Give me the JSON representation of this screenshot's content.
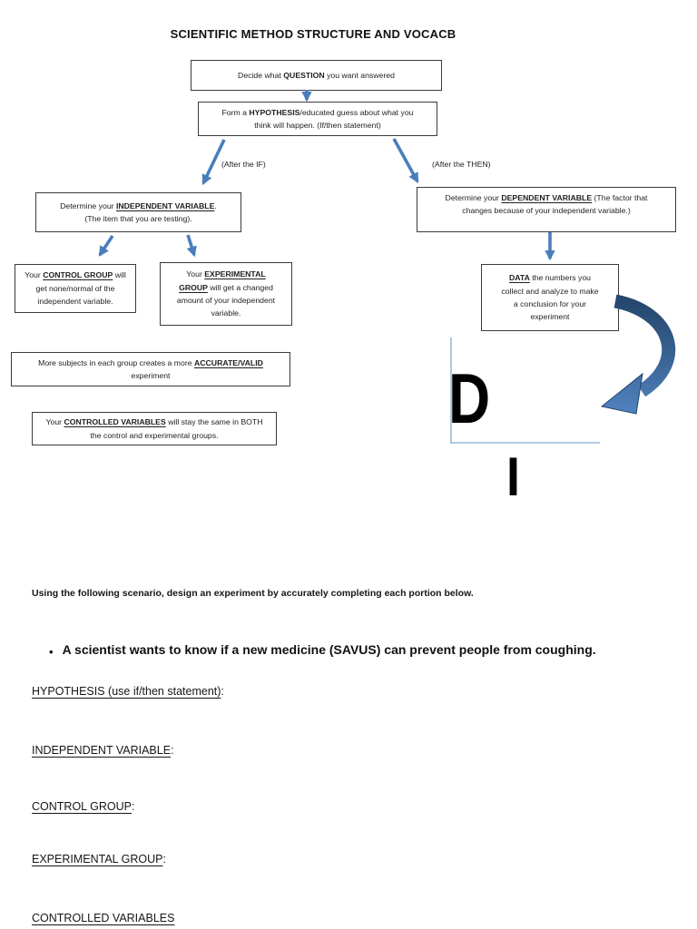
{
  "title": "SCIENTIFIC METHOD STRUCTURE AND VOCACB",
  "colors": {
    "arrow": "#4a7ebb",
    "curve_dark": "#24456b",
    "curve_light": "#4f81bd",
    "guide_line": "#85abd3"
  },
  "flowchart": {
    "question_box": {
      "pre": "Decide what ",
      "bold": "QUESTION",
      "post": " you want answered"
    },
    "hypothesis_box": {
      "pre": "Form a ",
      "bold": "HYPOTHESIS",
      "post": "/educated guess about what you\nthink will happen. (If/then statement)"
    },
    "after_if_label": "(After the IF)",
    "after_then_label": "(After the THEN)",
    "independent_box": {
      "pre": "Determine your ",
      "bold": "INDEPENDENT VARIABLE",
      "post": ".\n(The item that you are testing)."
    },
    "dependent_box": {
      "pre": "Determine your ",
      "bold": "DEPENDENT VARIABLE",
      "post": " (The factor that\nchanges because of your independent variable.)"
    },
    "control_box": {
      "pre": "Your ",
      "bold": "CONTROL GROUP",
      "post": " will\nget none/normal of the\nindependent variable."
    },
    "experimental_box": {
      "pre": "Your ",
      "bold": "EXPERIMENTAL\nGROUP",
      "post": " will get a changed\namount of your independent\nvariable."
    },
    "data_box": {
      "pre": "",
      "bold": "DATA",
      "post": " the numbers you\ncollect and analyze to make\na conclusion for your\nexperiment"
    },
    "accurate_box": {
      "pre": "More subjects in each group creates a more ",
      "bold": "ACCURATE/VALID",
      "post": "\nexperiment"
    },
    "controlled_box": {
      "pre": "Your ",
      "bold": "CONTROLLED VARIABLES",
      "post": " will stay the same in BOTH\nthe control and experimental groups."
    },
    "big_letters": {
      "d": "D",
      "i": "I"
    }
  },
  "worksheet": {
    "instructions": "Using the following scenario, design an experiment by accurately completing each portion below.",
    "bullet": "•",
    "scenario": "A scientist wants to know if a new medicine (SAVUS) can prevent people from coughing.",
    "fields": [
      {
        "label": "HYPOTHESIS (use if/then statement)",
        "suffix": ":"
      },
      {
        "label": "INDEPENDENT VARIABLE",
        "suffix": ":"
      },
      {
        "label": "CONTROL GROUP",
        "suffix": ":"
      },
      {
        "label": "EXPERIMENTAL GROUP",
        "suffix": ":"
      },
      {
        "label": "CONTROLLED VARIABLES",
        "suffix": ""
      }
    ]
  }
}
